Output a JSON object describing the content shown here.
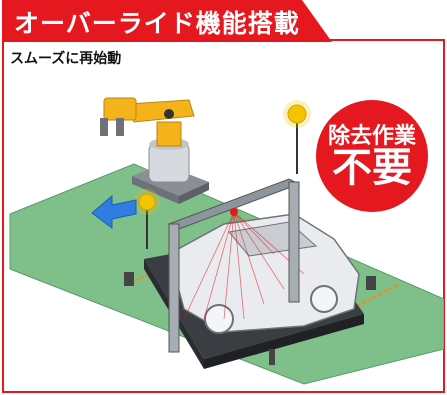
{
  "header": {
    "title": "オーバーライド機能搭載",
    "accent_color": "#e5171f"
  },
  "subtitle": "スムーズに再始動",
  "badge": {
    "line1": "除去作業",
    "line2": "不要"
  },
  "illustration": {
    "icons": [
      "robot-arm-icon",
      "warning-lamp-icon",
      "light-curtain-frame-icon",
      "car-body-icon",
      "sensor-icon",
      "direction-arrow-icon"
    ]
  }
}
